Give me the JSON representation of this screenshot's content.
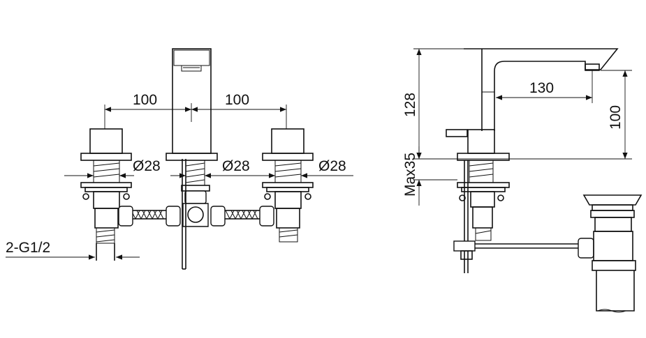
{
  "front_view": {
    "spacing_left": "100",
    "spacing_right": "100",
    "dia_left": "Ø28",
    "dia_center": "Ø28",
    "dia_right": "Ø28",
    "connection": "2-G1/2"
  },
  "side_view": {
    "reach": "130",
    "height": "128",
    "spout_height": "100",
    "max_deck": "Max35"
  },
  "colors": {
    "line": "#111111",
    "background": "#ffffff"
  }
}
